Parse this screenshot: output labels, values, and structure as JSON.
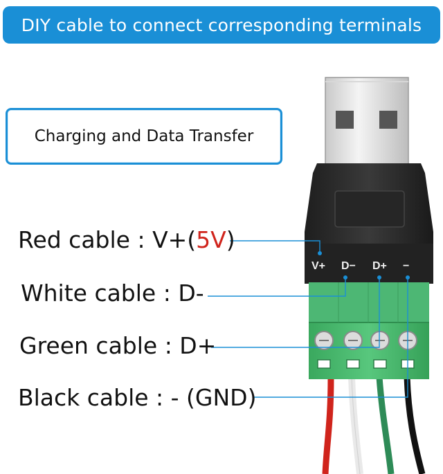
{
  "banner": {
    "title": "DIY cable to connect corresponding terminals"
  },
  "subtitle": "Charging and Data Transfer",
  "labels": {
    "red_prefix": "Red cable : V+(",
    "red_value": "5V",
    "red_suffix": ")",
    "white": "White cable : D-",
    "green": "Green cable : D+",
    "black": "Black cable : - (GND)"
  },
  "pins": [
    "V+",
    "D−",
    "D+",
    "−"
  ],
  "colors": {
    "accent": "#1a8fd6",
    "connector_body": "#2b2b2b",
    "terminal_block": "#4cbf72",
    "wire_red": "#d0241c",
    "wire_white": "#f2f2f2",
    "wire_green": "#2e8b57",
    "wire_black": "#111111"
  }
}
